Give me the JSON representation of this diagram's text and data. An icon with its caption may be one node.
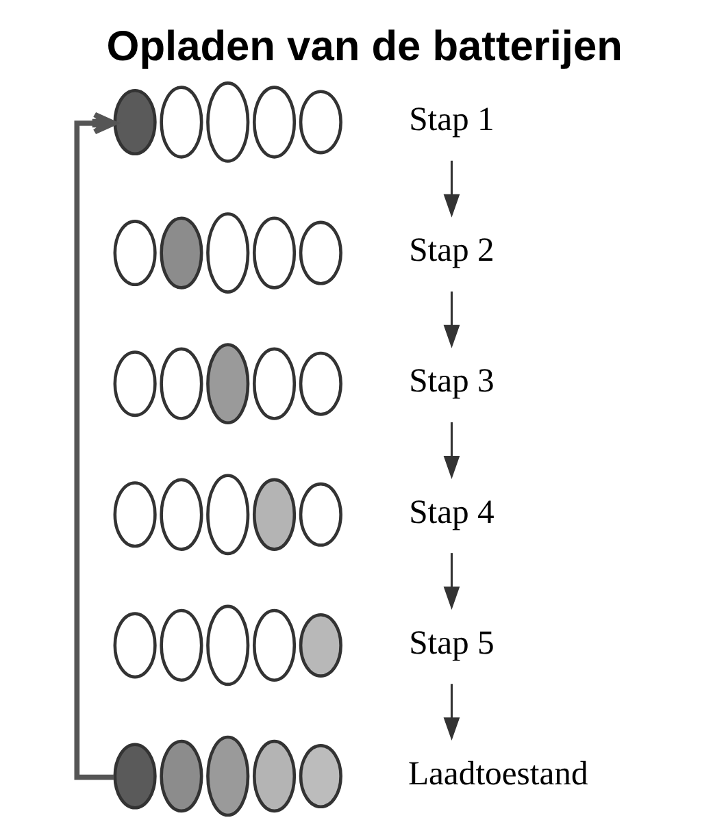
{
  "diagram": {
    "title": "Opladen van de batterijen",
    "nodes": [
      {
        "text": [],
        "shape": "ellipse"
      },
      {
        "text": [],
        "shape": "ellipse"
      },
      {
        "text": [],
        "shape": "ellipse"
      },
      {
        "text": [],
        "shape": "ellipse"
      },
      {
        "text": [],
        "shape": "ellipse"
      },
      {
        "text": [
          "Stap 1"
        ]
      },
      {
        "text": [],
        "shape": "ellipse"
      },
      {
        "text": [],
        "shape": "ellipse"
      },
      {
        "text": [],
        "shape": "ellipse"
      },
      {
        "text": [],
        "shape": "ellipse"
      },
      {
        "text": [],
        "shape": "ellipse"
      },
      {
        "text": [
          "Stap 2"
        ]
      },
      {
        "text": [],
        "shape": "ellipse"
      },
      {
        "text": [],
        "shape": "ellipse"
      },
      {
        "text": [],
        "shape": "ellipse"
      },
      {
        "text": [],
        "shape": "ellipse"
      },
      {
        "text": [],
        "shape": "ellipse"
      },
      {
        "text": [
          "Stap 3"
        ]
      },
      {
        "text": [],
        "shape": "ellipse"
      },
      {
        "text": [],
        "shape": "ellipse"
      },
      {
        "text": [],
        "shape": "ellipse"
      },
      {
        "text": [],
        "shape": "ellipse"
      },
      {
        "text": [],
        "shape": "ellipse"
      },
      {
        "text": [
          "Stap 4"
        ]
      },
      {
        "text": [],
        "shape": "ellipse"
      },
      {
        "text": [],
        "shape": "ellipse"
      },
      {
        "text": [],
        "shape": "ellipse"
      },
      {
        "text": [],
        "shape": "ellipse"
      },
      {
        "text": [],
        "shape": "ellipse"
      },
      {
        "text": [
          "Stap 5"
        ]
      },
      {
        "text": [],
        "shape": "ellipse"
      },
      {
        "text": [],
        "shape": "ellipse"
      },
      {
        "text": [],
        "shape": "ellipse"
      },
      {
        "text": [],
        "shape": "ellipse"
      },
      {
        "text": [],
        "shape": "ellipse"
      },
      {
        "text": [
          "Laadtoestand"
        ]
      }
    ],
    "edges": [
      {
        "from": 5,
        "to": 11,
        "arrow": "to"
      },
      {
        "from": 11,
        "to": 17,
        "arrow": "to"
      },
      {
        "from": 17,
        "to": 23,
        "arrow": "to"
      },
      {
        "from": 23,
        "to": 29,
        "arrow": "to"
      },
      {
        "from": 29,
        "to": 35,
        "arrow": "to"
      },
      {
        "from": 30,
        "to": 0,
        "arrow": "to",
        "style": "thick",
        "color": "#555555"
      }
    ]
  }
}
